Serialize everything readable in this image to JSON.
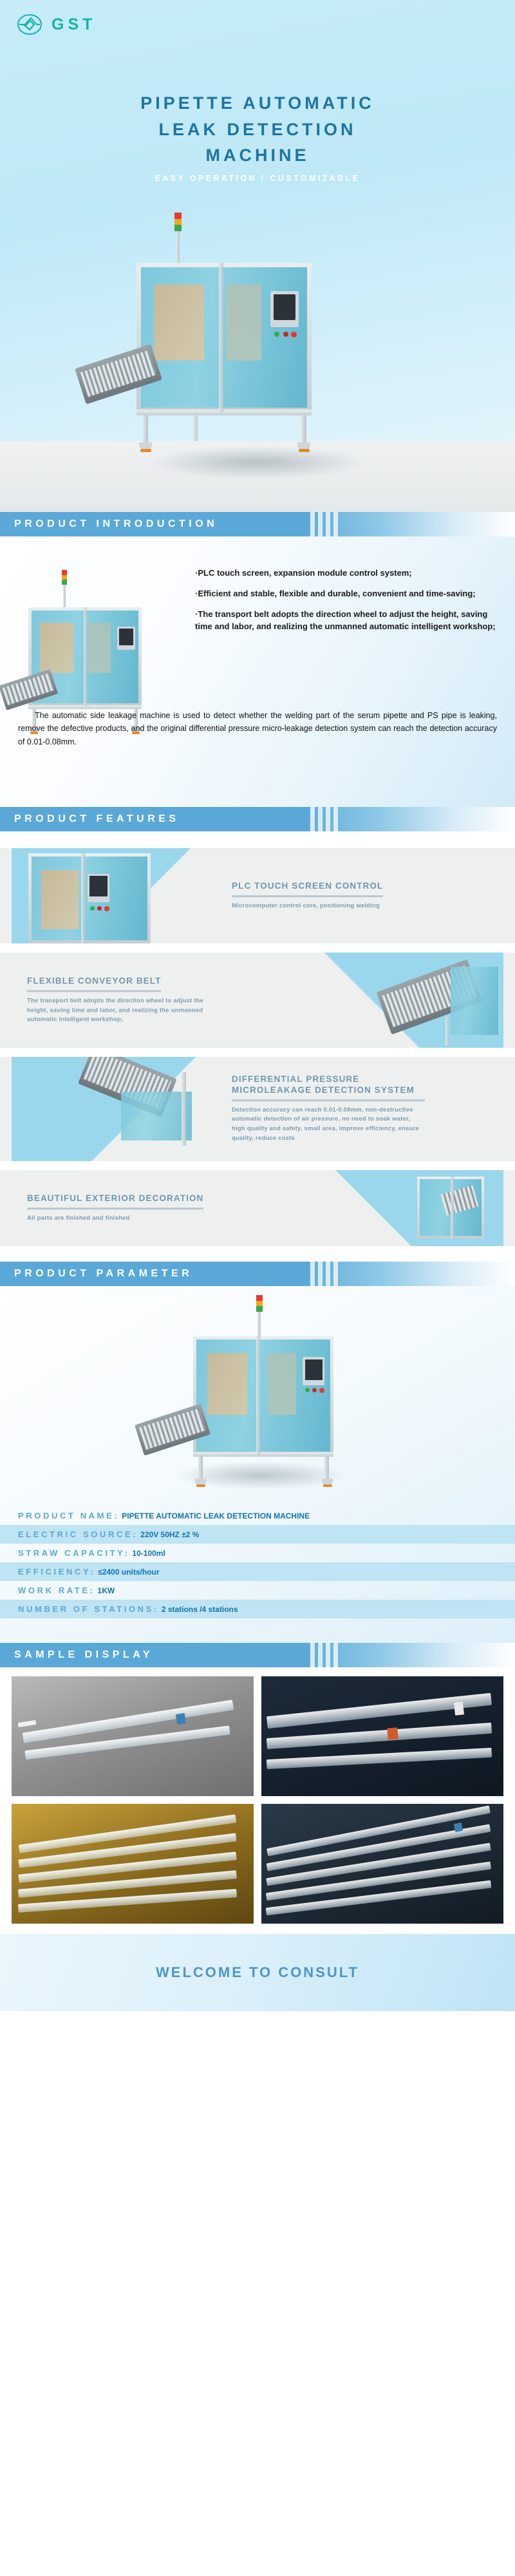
{
  "brand": {
    "logo_icon": "gst-circle-logo-icon",
    "name": "GST",
    "accent_teal": "#16b0b5"
  },
  "hero": {
    "title_line1": "PIPETTE AUTOMATIC",
    "title_line2": "LEAK DETECTION",
    "title_line3": "MACHINE",
    "subtitle": "EASY OPERATION / CUSTOMIZABLE",
    "title_color": "#1c74a3",
    "subtitle_color": "#ffffff",
    "machine_icon": "leak-detection-machine-illustration"
  },
  "sections": {
    "introduction": {
      "heading": "PRODUCT INTRODUCTION",
      "bullets": [
        "·PLC touch screen, expansion module control system;",
        "·Efficient and stable, flexible and durable, convenient and time-saving;",
        "·The transport belt adopts the direction wheel to adjust the height, saving time and labor, and realizing the unmanned automatic intelligent workshop;"
      ],
      "paragraph": "The automatic side leakage machine is used to detect whether the welding part of the serum pipette and PS pipe is leaking, remove the defective products, and the original differential pressure micro-leakage detection system can reach the detection accuracy of 0.01-0.08mm."
    },
    "features": {
      "heading": "PRODUCT FEATURES",
      "cards": [
        {
          "title": "PLC TOUCH SCREEN CONTROL",
          "body": "Microcomputer control core, positioning welding",
          "image_icon": "machine-cabinet-photo",
          "photo_side": "left"
        },
        {
          "title": "FLEXIBLE CONVEYOR BELT",
          "body": "The transport belt adopts the direction wheel to adjust the height, saving time and labor, and realizing the unmanned automatic intelligent workshop;",
          "image_icon": "conveyor-belt-photo",
          "photo_side": "right"
        },
        {
          "title": "DIFFERENTIAL PRESSURE MICROLEAKAGE DETECTION SYSTEM",
          "body": "Detection accuracy can reach 0.01-0.08mm, non-destructive automatic detection of air pressure, no need to soak water, high quality and safety, small area, improve efficiency, ensure quality, reduce costs",
          "image_icon": "detection-system-photo",
          "photo_side": "left"
        },
        {
          "title": "BEAUTIFUL EXTERIOR DECORATION",
          "body": "All parts are finished and finished",
          "image_icon": "machine-exterior-photo",
          "photo_side": "right"
        }
      ]
    },
    "parameter": {
      "heading": "PRODUCT PARAMETER",
      "machine_icon": "machine-front-photo",
      "rows": [
        {
          "label": "PRODUCT NAME:",
          "value": "PIPETTE AUTOMATIC LEAK DETECTION MACHINE"
        },
        {
          "label": "ELECTRIC SOURCE:",
          "value": "220V 50HZ ±2 %"
        },
        {
          "label": "STRAW CAPACITY:",
          "value": "10-100ml"
        },
        {
          "label": "EFFICIENCY:",
          "value": "≤2400 units/hour"
        },
        {
          "label": "WORK RATE:",
          "value": "1KW"
        },
        {
          "label": "NUMBER OF STATIONS:",
          "value": "2 stations /4 stations"
        }
      ]
    },
    "samples": {
      "heading": "SAMPLE DISPLAY",
      "images": [
        {
          "icon": "serum-pipette-closeup-grey"
        },
        {
          "icon": "pipette-tips-dark-background"
        },
        {
          "icon": "pipette-bundle-gold-background"
        },
        {
          "icon": "pipette-row-dark-background"
        }
      ]
    }
  },
  "footer": {
    "text": "WELCOME TO CONSULT",
    "color": "#4d95c9"
  },
  "theme": {
    "bar_blue": "#5aa8d8",
    "label_blue": "#5ba8d4",
    "value_blue": "#1173ad",
    "feature_title": "#6e96ae",
    "feature_body": "#7c9cb0",
    "row_alt": "#bfe4f3"
  }
}
